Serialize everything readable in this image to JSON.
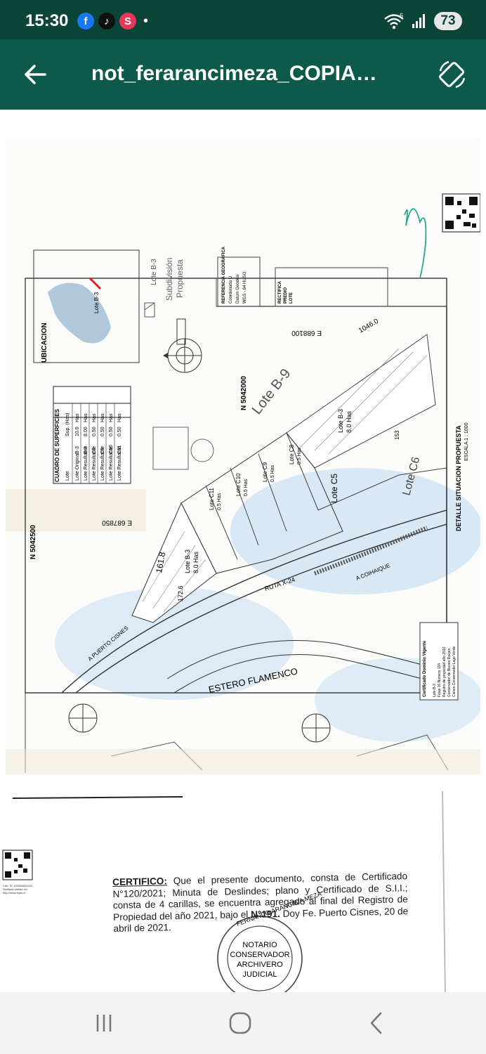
{
  "status_bar": {
    "time": "15:30",
    "apps": [
      "facebook-icon",
      "tiktok-icon",
      "s-app-icon"
    ],
    "more_dot": "•",
    "battery": "73",
    "wifi_badge": "6"
  },
  "app_bar": {
    "title": "not_ferarancimeza_COPIA…",
    "back_icon": "arrow-left-icon",
    "rotate_icon": "screen-rotate-icon"
  },
  "plan": {
    "ubicacion": "UBICACION",
    "lote_b3_small": "Lote B-3",
    "subdivision": "Subdivisión",
    "propuesta": "Propuesta",
    "referencia": "REFERENCIA GEOGRAFICA",
    "coordenada": "Coordenada U",
    "datum": "Datum Geodesi",
    "wgs": "WGS - 84 HUSO",
    "rectifica": "RECTIFICA",
    "predio": "PREDIO",
    "lote_label": "LOTE",
    "lote_b9": "Lote B-9",
    "e_688100": "E 688100",
    "n_5042000": "N 5042000",
    "n_5042500": "N 5042500",
    "e_687850": "E 687850",
    "d_1046": "1046.0",
    "d_1618": "161.8",
    "d_1726": "172.6",
    "d_153": "153",
    "lote_b3_main": "Lote B-3",
    "lote_b3_area": "8.0 Has",
    "lote_b3_lower": "Lote B-3",
    "lote_b3_lower_area": "8.0 Has",
    "lote_c5": "Lote C5",
    "lote_c6": "Lote C6",
    "lote_c8": "Lote C8",
    "lote_c9": "Lote C9",
    "lote_c10": "Lote C10",
    "lote_c11": "Lote C11",
    "half_has": "0.5 Has",
    "ruta": "RUTA X-24",
    "a_coihaique": "A COIHAIQUE",
    "a_puerto_cisnes": "A PUERTO CISNES",
    "estero": "ESTERO FLAMENCO",
    "detalle": "DETALLE SITUACION PROPUESTA",
    "escala": "ESCALA 1 : 1000",
    "cert_dominio": "Certificado Dominio Vigente",
    "cert_lines": [
      "Lote B-3",
      "Fojas 16 Número 134",
      "Registro de propiedad año 2010",
      "Conservador de Bienes Raíces",
      "Cisnes Conservador Lago Verde"
    ],
    "cuadro": {
      "title": "CUADRO DE SUPERFICIES",
      "headers": [
        "Lote",
        "Sup. (Has)"
      ],
      "rows": [
        [
          "Lote Original",
          "B-3",
          "10.0",
          "Has"
        ],
        [
          "Lote Resultante",
          "B-3",
          "8.00",
          "Has"
        ],
        [
          "Lote Resultante",
          "C8",
          "0.50",
          "Has"
        ],
        [
          "Lote Resultante",
          "C9",
          "0.50",
          "Has"
        ],
        [
          "Lote Resultante",
          "C10",
          "0.50",
          "Has"
        ],
        [
          "Lote Resultante",
          "C11",
          "0.50",
          "Has"
        ]
      ]
    }
  },
  "certificate": {
    "lead": "CERTIFICO:",
    "text1": " Que el presente documento, consta de Certificado N°120/2021; Minuta de Deslindes; plano y Certificado de S.I.I.; consta de 4 carillas, se encuentra agregado al final del Registro de Propiedad del año 2021, bajo el ",
    "bold_num": "N°191.",
    "text2": " Doy Fe. Puerto Cisnes, 20 de abril de 2021.",
    "seal_ring": "FERNANDO ARANCIBIA MEZA",
    "seal_l1": "NOTARIO",
    "seal_l2": "CONSERVADOR",
    "seal_l3": "ARCHIVERO",
    "seal_l4": "JUDICIAL",
    "qr_caption": "Cert. N° 123456822929 Verifique validez en http://www.fojas.cl"
  },
  "nav": {
    "recents": "recents-icon",
    "home": "home-icon",
    "back": "back-chevron-icon"
  }
}
